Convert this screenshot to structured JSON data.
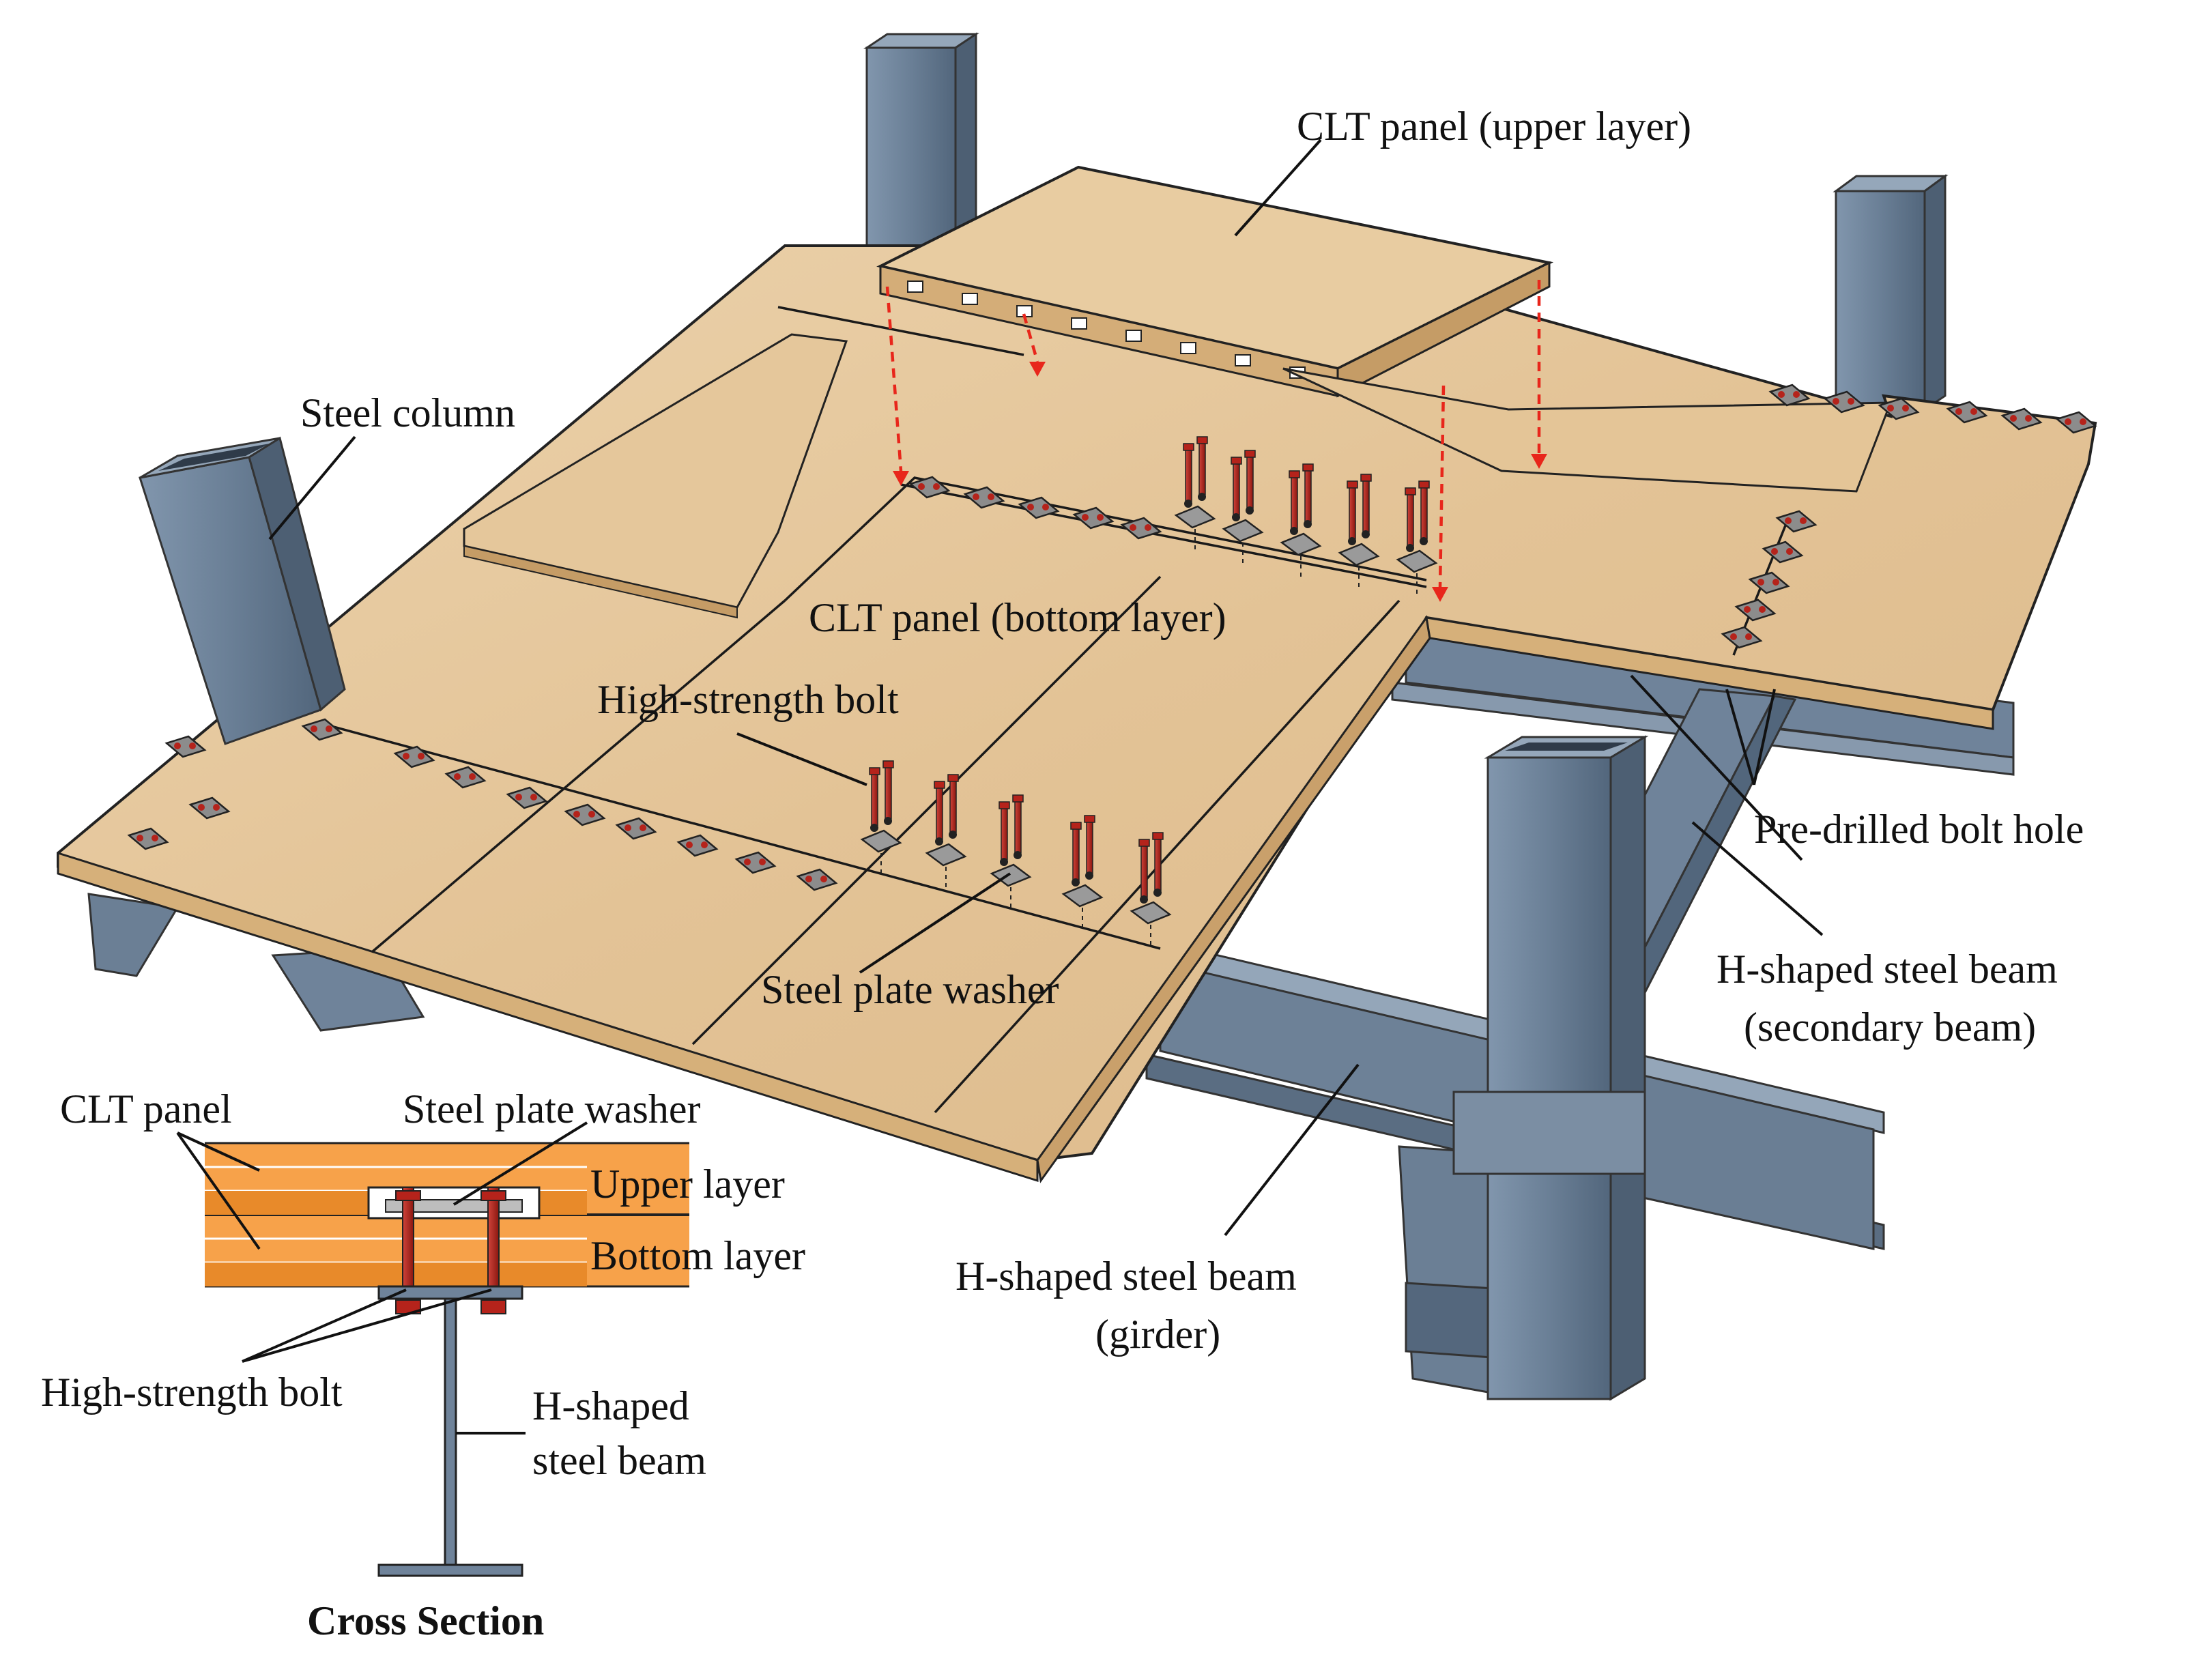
{
  "labels": {
    "clt_upper": "CLT panel (upper layer)",
    "steel_column": "Steel column",
    "clt_bottom": "CLT panel (bottom layer)",
    "hs_bolt": "High-strength bolt",
    "predrilled": "Pre-drilled bolt hole",
    "secondary_l1": "H-shaped steel beam",
    "secondary_l2": "(secondary beam)",
    "washer": "Steel plate washer",
    "girder_l1": "H-shaped steel beam",
    "girder_l2": "(girder)"
  },
  "cross_section": {
    "clt_panel": "CLT panel",
    "washer": "Steel plate washer",
    "upper_layer": "Upper layer",
    "bottom_layer": "Bottom layer",
    "hs_bolt": "High-strength bolt",
    "beam_l1": "H-shaped",
    "beam_l2": "steel beam",
    "title": "Cross Section"
  },
  "colors": {
    "steel": "#6f839a",
    "steel_dark": "#4d5f73",
    "steel_light": "#95a7ba",
    "wood": "#e7caa0",
    "wood_edge": "#cfae7d",
    "clt_orange": "#f7a24a",
    "clt_orange_dark": "#e88a2a",
    "bolt_red": "#b5231b",
    "arrow_red": "#e8261b"
  }
}
